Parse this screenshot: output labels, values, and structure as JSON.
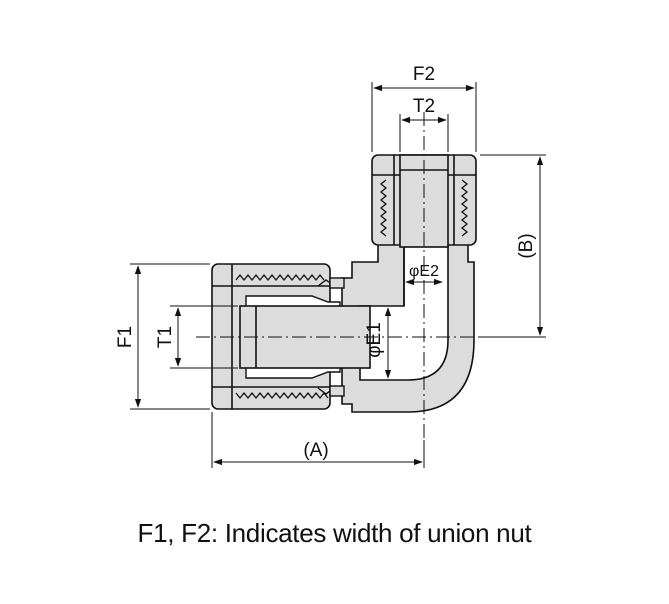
{
  "drawing": {
    "labels": {
      "f2": "F2",
      "t2": "T2",
      "b": "(B)",
      "e2": "φE2",
      "f1": "F1",
      "t1": "T1",
      "e1": "φE1",
      "a": "(A)"
    },
    "colors": {
      "line": "#111111",
      "fill": "#dcdcdc",
      "background": "#ffffff"
    }
  },
  "caption": "F1, F2: Indicates width of union nut"
}
